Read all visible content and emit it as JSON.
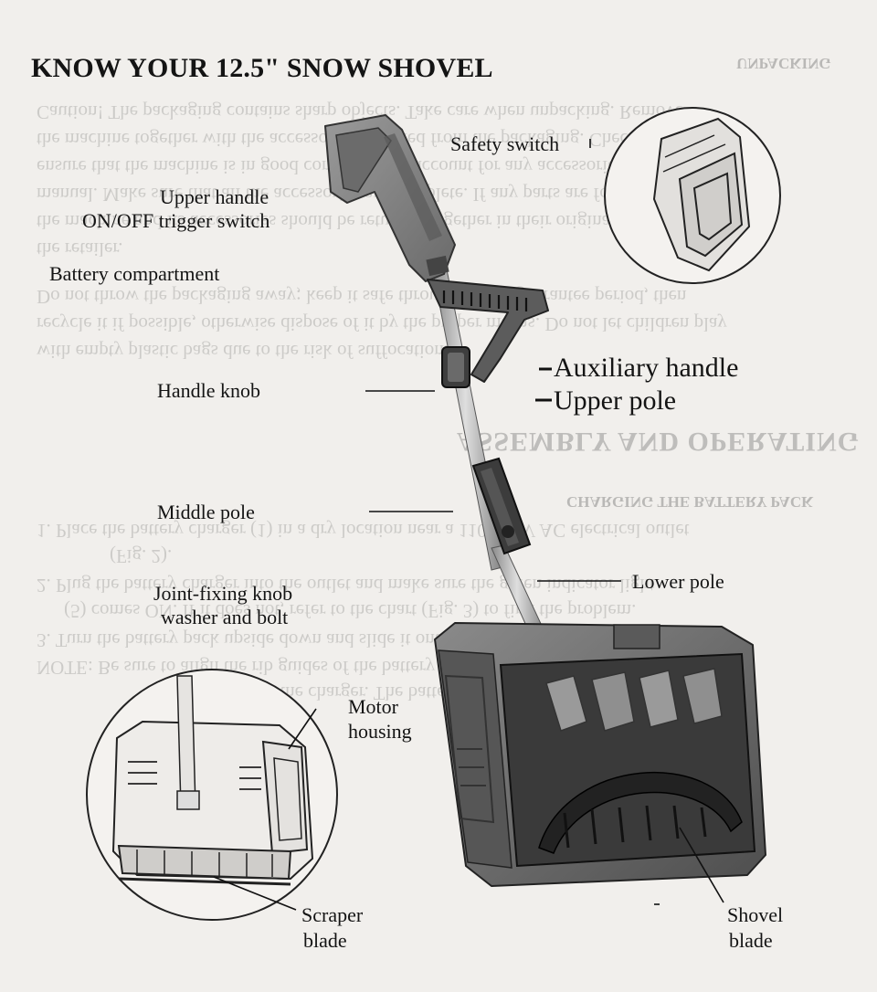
{
  "title": "KNOW YOUR 12.5\" SNOW SHOVEL",
  "bleed_text": {
    "l1": "UNPACKING",
    "l2": "Caution! The packaging contains sharp objects. Take care when unpacking. Remove",
    "l3": "the machine together with the accessories supplied from the packaging. Check carefully to",
    "l4": "ensure that the machine is in good condition and account for any accessories listed in this",
    "l5": "manual. Make sure that all the accessories are complete. If any parts are found to be missing,",
    "l6": "the machine and its accessories should be returned together in their original packaging to",
    "l7": "the retailer.",
    "l8": "Do not throw the packaging away; keep it safe throughout the guarantee period, then",
    "l9": "recycle it if possible, otherwise dispose of it by the proper means. Do not let children play",
    "l10": "with empty plastic bags due to the risk of suffocation.",
    "h1": "ASSEMBLY AND OPERATING",
    "h2": "CHARGING THE BATTERY PACK",
    "c1": "1.  Place the battery charger (1) in a dry location near a 110-120V AC electrical outlet",
    "c1b": "(Fig. 2).",
    "c2": "2.  Plug the battery charger into the outlet and make sure the green indicator light",
    "c2b": "(5) comes ON. If it does not, refer to the chart (Fig. 3) to find the problem.",
    "c3": "3.  Turn the battery pack upside down and slide it onto the charger.",
    "c3b": "NOTE: Be sure to align the rib guides of the battery slide and the matching tabs",
    "c3c": "on the charger. The battery will click into place."
  },
  "labels": {
    "safety_switch": "Safety switch",
    "upper_handle": "Upper handle",
    "on_off_trigger": "ON/OFF trigger switch",
    "battery_compartment": "Battery compartment",
    "auxiliary_handle": "Auxiliary handle",
    "handle_knob": "Handle knob",
    "upper_pole": "Upper pole",
    "middle_pole": "Middle pole",
    "lower_pole": "Lower pole",
    "joint_fixing_knob": "Joint-fixing knob",
    "washer_and_bolt": "washer and bolt",
    "motor": "Motor",
    "housing": "housing",
    "scraper": "Scraper",
    "scraper_blade": "blade",
    "shovel": "Shovel",
    "shovel_blade": "blade"
  },
  "colors": {
    "paper": "#f1efec",
    "housing_dark": "#4a4a4a",
    "housing_mid": "#6c6c6c",
    "housing_light": "#8e8e8e",
    "pole_metal": "#b7b7b7"
  }
}
